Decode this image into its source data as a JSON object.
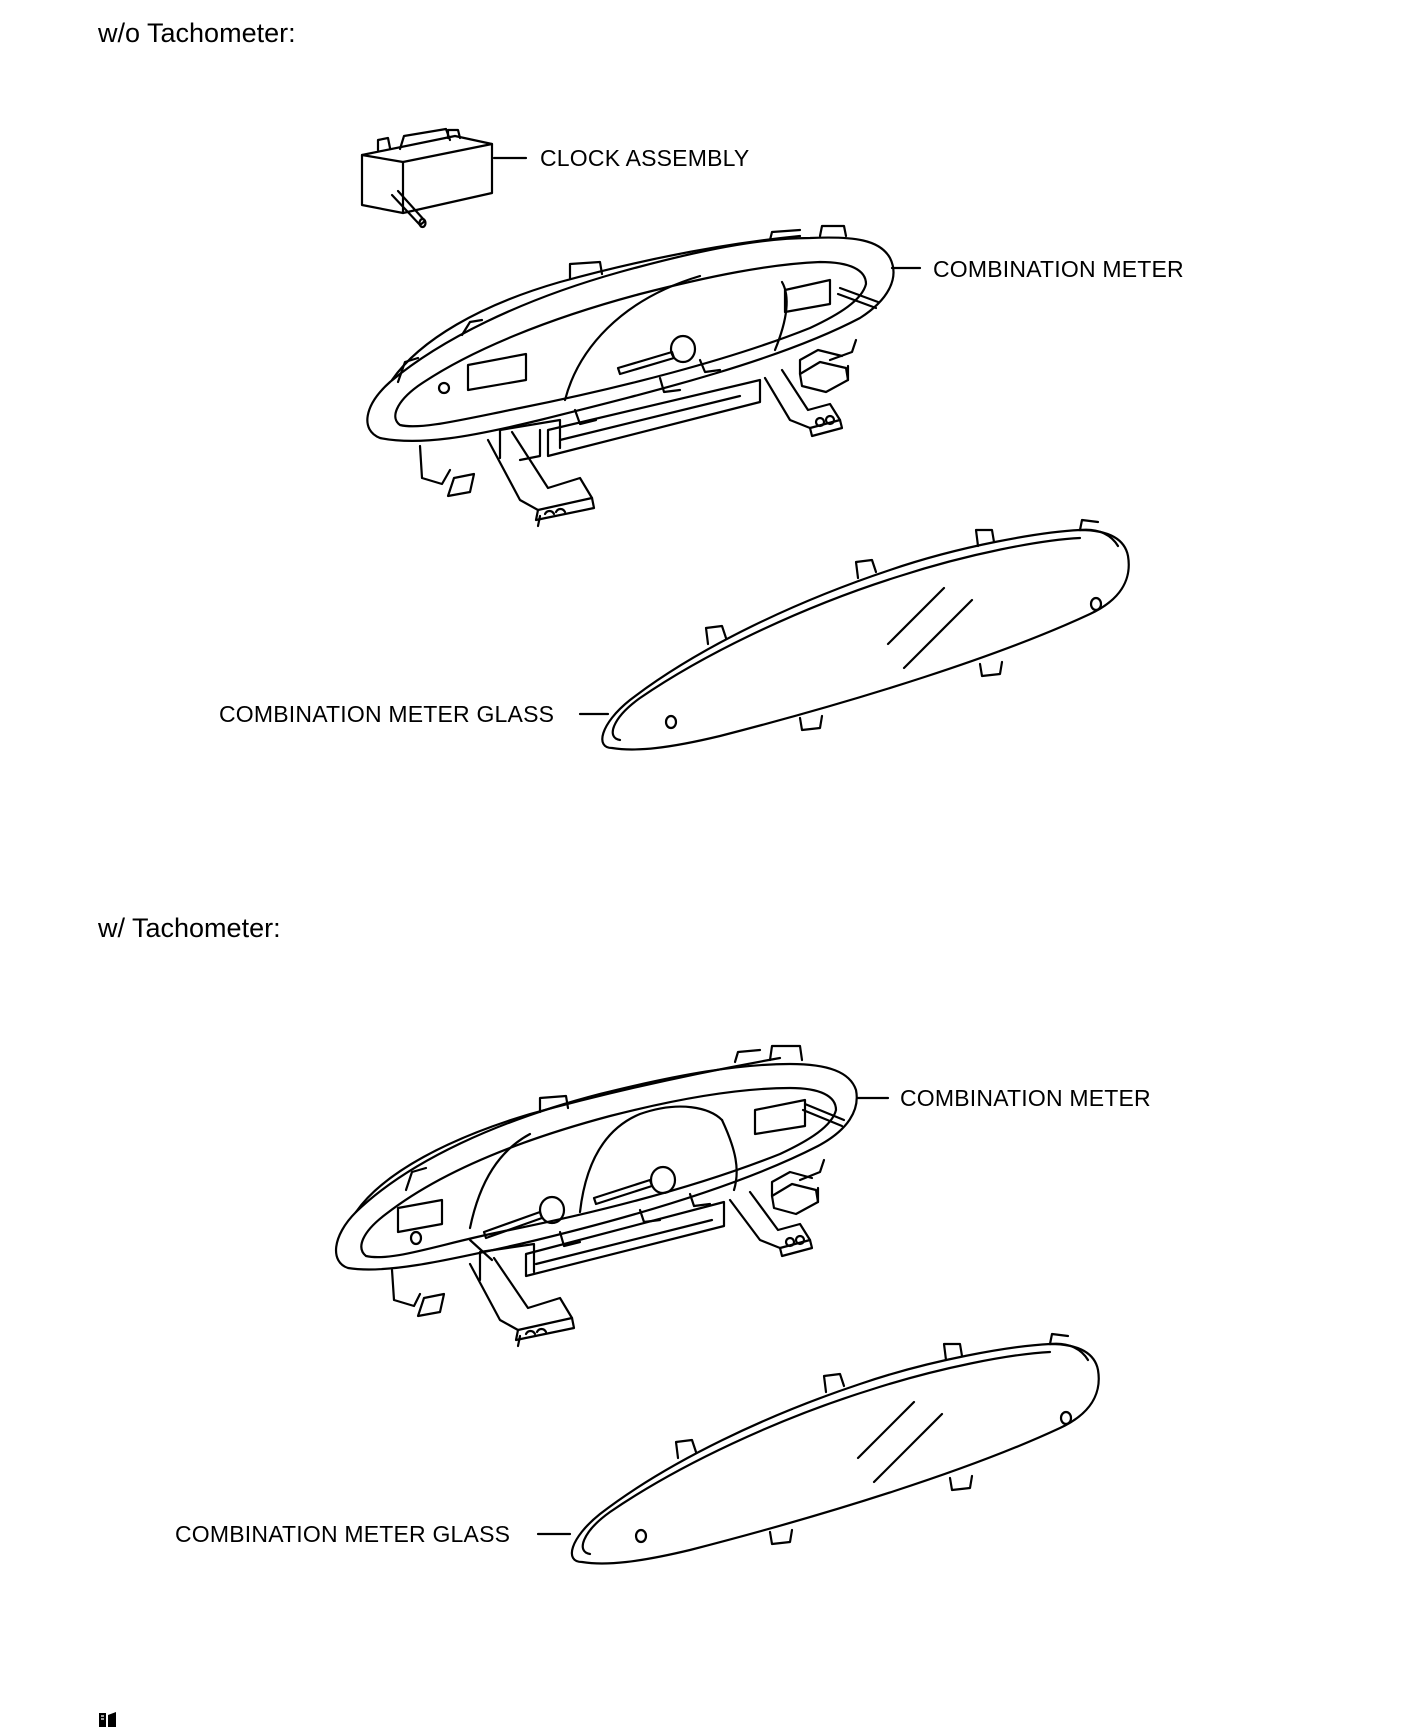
{
  "sections": [
    {
      "heading": "w/o Tachometer:",
      "labels": {
        "clock_assembly": "CLOCK ASSEMBLY",
        "combination_meter": "COMBINATION METER",
        "combination_meter_glass": "COMBINATION METER GLASS"
      }
    },
    {
      "heading": "w/ Tachometer:",
      "labels": {
        "combination_meter": "COMBINATION METER",
        "combination_meter_glass": "COMBINATION METER GLASS"
      }
    }
  ],
  "footer_mark_icon": "document-mark-icon"
}
